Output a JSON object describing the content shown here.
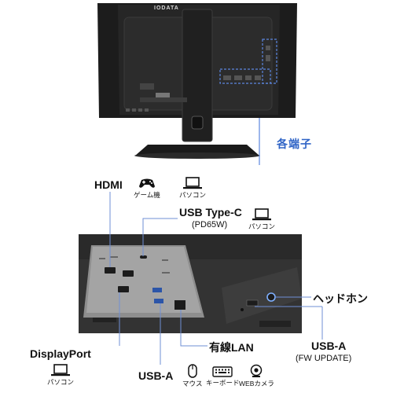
{
  "monitor": {
    "brand": "IODATA"
  },
  "terminals_label": "各端子",
  "ports": {
    "hdmi": {
      "label": "HDMI",
      "devices": [
        {
          "icon": "game-controller-icon",
          "caption": "ゲーム機"
        },
        {
          "icon": "laptop-icon",
          "caption": "パソコン"
        }
      ]
    },
    "usb_type_c": {
      "label": "USB Type-C",
      "sub_label": "(PD65W)",
      "devices": [
        {
          "icon": "laptop-icon",
          "caption": "パソコン"
        }
      ]
    },
    "displayport": {
      "label": "DisplayPort",
      "devices": [
        {
          "icon": "laptop-icon",
          "caption": "パソコン"
        }
      ]
    },
    "usb_a": {
      "label": "USB-A",
      "devices": [
        {
          "icon": "mouse-icon",
          "caption": "マウス"
        },
        {
          "icon": "keyboard-icon",
          "caption": "キーボード"
        },
        {
          "icon": "webcam-icon",
          "caption": "WEBカメラ"
        }
      ]
    },
    "lan": {
      "label": "有線LAN"
    },
    "headphone": {
      "label": "ヘッドホン"
    },
    "usb_a_fw": {
      "label": "USB-A",
      "sub_label": "(FW UPDATE)"
    }
  }
}
